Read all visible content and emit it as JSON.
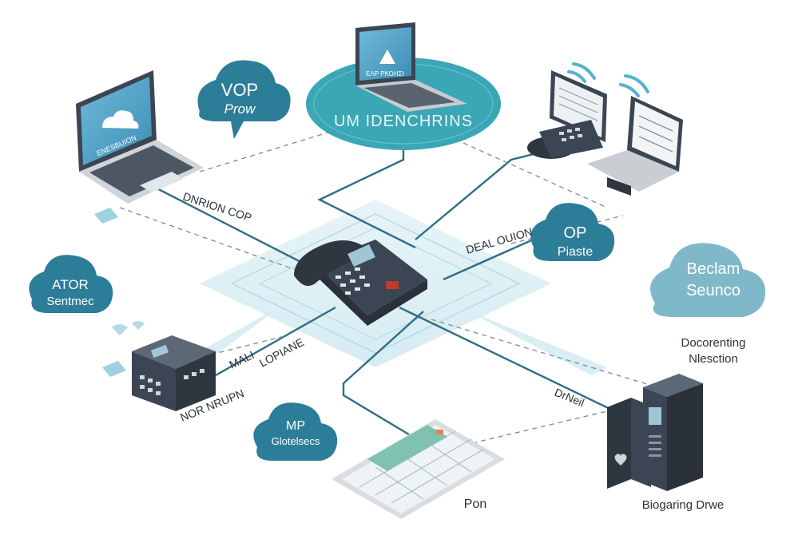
{
  "hub": {
    "label": "UM IDENCHRINS"
  },
  "clouds": {
    "vop": {
      "line1": "VOP",
      "line2": "Prow"
    },
    "op": {
      "line1": "OP",
      "line2": "Piaste"
    },
    "ator": {
      "line1": "ATOR",
      "line2": "Sentmec"
    },
    "mp": {
      "line1": "MP",
      "line2": "Glotelsecs"
    },
    "beclam": {
      "line1": "Beclam",
      "line2": "Seunco"
    }
  },
  "labels": {
    "left_laptop_screen": "ENESBUION",
    "top_laptop_screen": "ΕΛΡ ΡΚΟΗΣΙ",
    "dnrion_cop": "DNRION COP",
    "deal_ouion": "DEAL OUION",
    "mali": "MALI",
    "lopiane": "LOPIANE",
    "nor_nrupn": "NOR NRUPN",
    "drneil": "DrNeil",
    "docorenting_line1": "Docorenting",
    "docorenting_line2": "Nlesction",
    "pon": "Pon",
    "biogaring_drwe": "Biogaring Drwe"
  },
  "colors": {
    "cloud_fill": "#2c7d98",
    "cloud_light": "#7fb9c9",
    "hub_fill": "#3aa6b6",
    "line": "#2f6d86",
    "device_dark": "#3b4553",
    "screen_blue": "#55a8cc"
  }
}
